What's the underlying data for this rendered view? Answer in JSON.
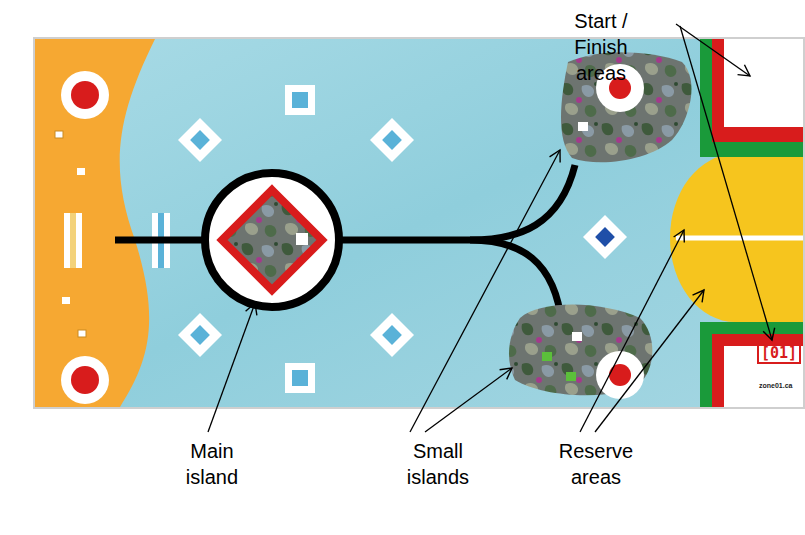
{
  "diagram": {
    "labels": [
      "Start / Finish areas",
      "Main island",
      "Small islands",
      "Reserve areas",
      "[01]",
      "zone01.ca"
    ]
  }
}
